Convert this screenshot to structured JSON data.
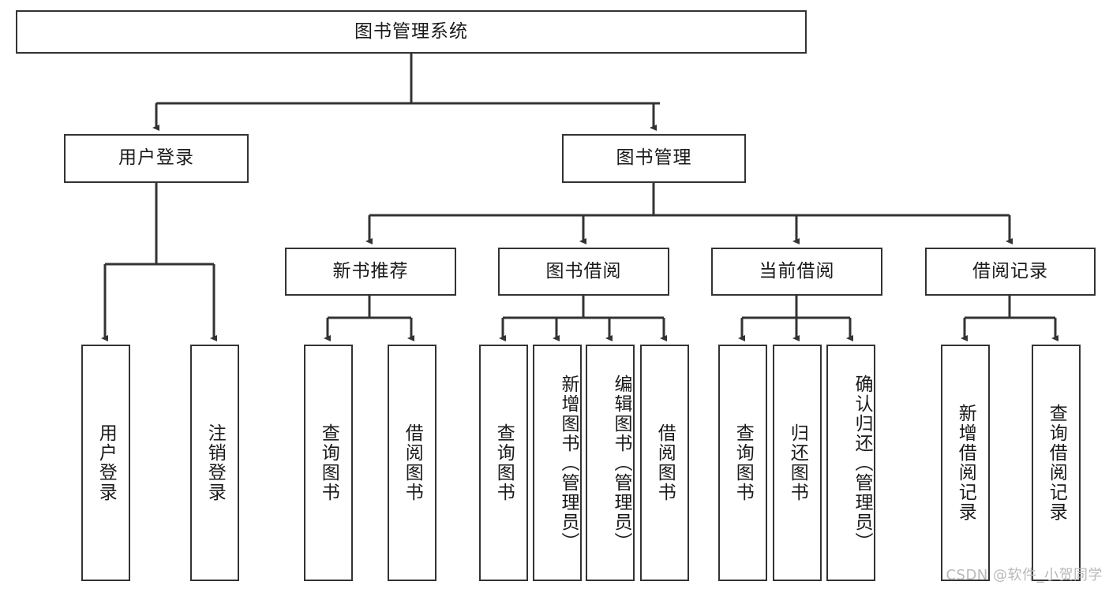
{
  "diagram": {
    "type": "tree",
    "title": "图书管理系统",
    "root": {
      "label": "图书管理系统"
    },
    "level2": [
      {
        "label": "用户登录"
      },
      {
        "label": "图书管理"
      }
    ],
    "level3": [
      {
        "label": "新书推荐"
      },
      {
        "label": "图书借阅"
      },
      {
        "label": "当前借阅"
      },
      {
        "label": "借阅记录"
      }
    ],
    "leaves": {
      "user_login": [
        {
          "label": "用户登录"
        },
        {
          "label": "注销登录"
        }
      ],
      "new_book": [
        {
          "label": "查询图书"
        },
        {
          "label": "借阅图书"
        }
      ],
      "book_borrow": [
        {
          "label": "查询图书"
        },
        {
          "label": "新增图书（管理员）"
        },
        {
          "label": "编辑图书（管理员）"
        },
        {
          "label": "借阅图书"
        }
      ],
      "current_borrow": [
        {
          "label": "查询图书"
        },
        {
          "label": "归还图书"
        },
        {
          "label": "确认归还（管理员）"
        }
      ],
      "borrow_record": [
        {
          "label": "新增借阅记录"
        },
        {
          "label": "查询借阅记录"
        }
      ]
    }
  },
  "watermark": {
    "text": "CSDN @软件_小贺同学"
  },
  "colors": {
    "border": "#333333",
    "background": "#ffffff",
    "text": "#1a1a1a",
    "watermark": "#b9b9b9"
  }
}
